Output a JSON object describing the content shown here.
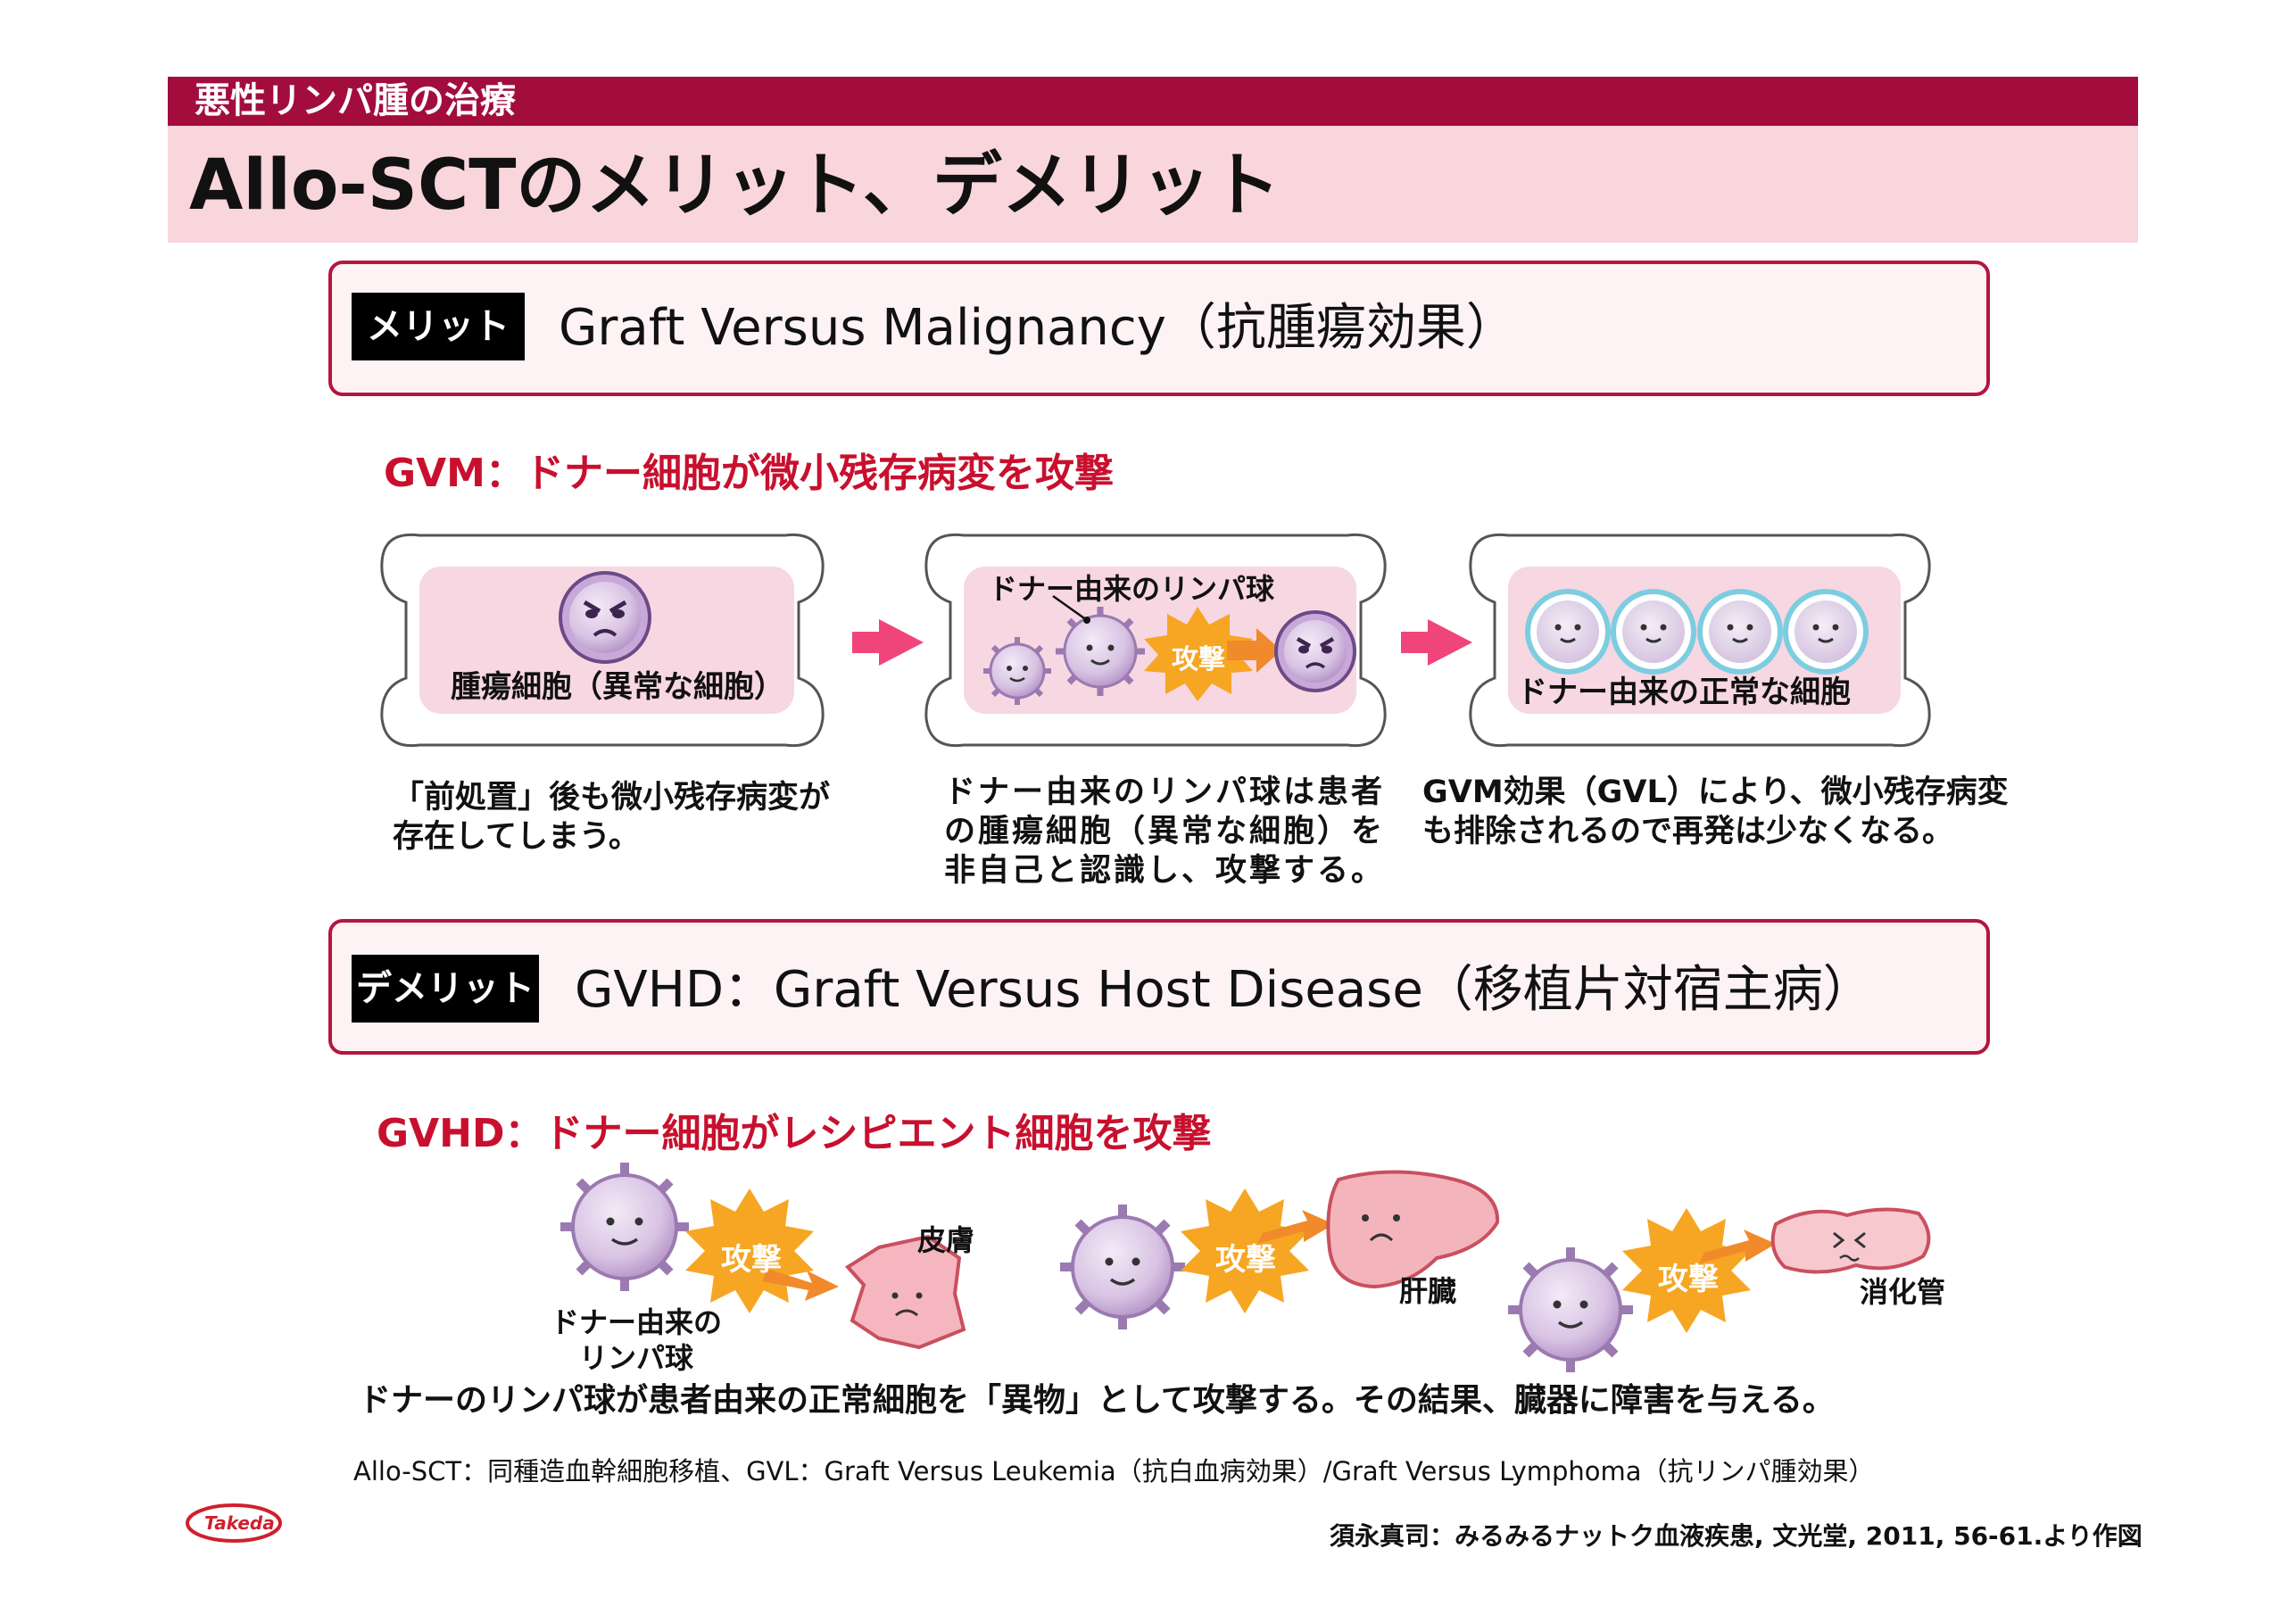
{
  "header": {
    "section": "悪性リンパ腫の治療",
    "title": "Allo-SCTのメリット、デメリット"
  },
  "merit": {
    "tag": "メリット",
    "heading": "Graft Versus Malignancy（抗腫瘍効果）",
    "subheading": "GVM：ドナー細胞が微小残存病変を攻撃",
    "panels": [
      {
        "caption": "腫瘍細胞（異常な細胞）",
        "desc": [
          "「前処置」後も微小残存病変が",
          "存在してしまう。"
        ]
      },
      {
        "label": "ドナー由来のリンパ球",
        "attack": "攻撃",
        "desc": [
          "ドナー由来のリンパ球は患者",
          "の腫瘍細胞（異常な細胞）を",
          "非自己と認識し、攻撃する。"
        ]
      },
      {
        "caption": "ドナー由来の正常な細胞",
        "desc": [
          "GVM効果（GVL）により、微小残存病変",
          "も排除されるので再発は少なくなる。"
        ]
      }
    ]
  },
  "demerit": {
    "tag": "デメリット",
    "heading": "GVHD：Graft Versus Host Disease（移植片対宿主病）",
    "subheading": "GVHD：ドナー細胞がレシピエント細胞を攻撃",
    "attack": "攻撃",
    "donor_label": [
      "ドナー由来の",
      "リンパ球"
    ],
    "organs": [
      "皮膚",
      "肝臓",
      "消化管"
    ],
    "summary": "ドナーのリンパ球が患者由来の正常細胞を「異物」として攻撃する。その結果、臓器に障害を与える。"
  },
  "footnote": "Allo-SCT：同種造血幹細胞移植、GVL：Graft Versus Leukemia（抗白血病効果）/Graft Versus Lymphoma（抗リンパ腫効果）",
  "source": "須永真司：みるみるナットク血液疾患, 文光堂, 2011, 56-61.より作図",
  "logo_text": "Takeda",
  "colors": {
    "accent": "#a20d3d",
    "title_bg": "#f9d5dc",
    "red_text": "#c8102e",
    "arrow": "#f0457a",
    "burst": "#f6a623",
    "cell": "#c9aed6"
  }
}
